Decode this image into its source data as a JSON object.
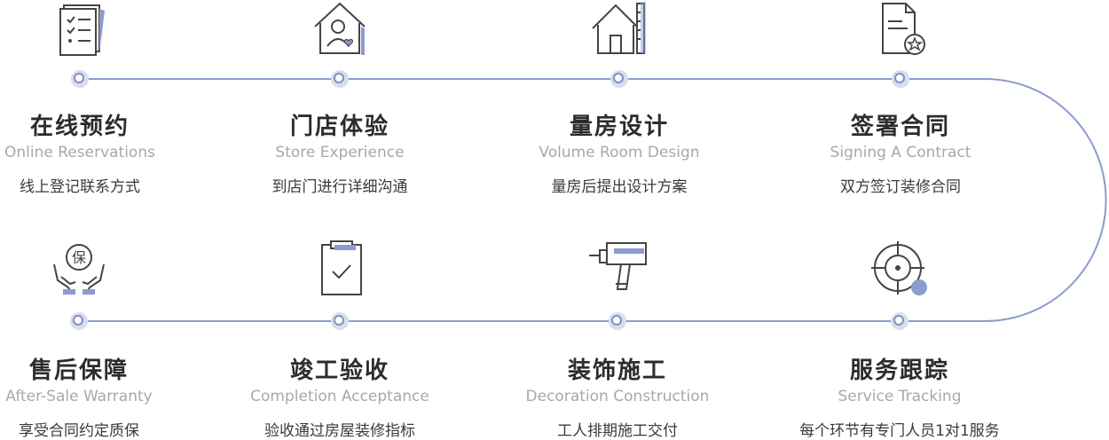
{
  "colors": {
    "accent": "#7f8fc4",
    "line": "#8c9bd0",
    "title": "#2c2c2c",
    "subtitle": "#a8a8a8",
    "text": "#3a3a3a"
  },
  "steps": [
    {
      "title": "在线预约",
      "subtitle": "Online Reservations",
      "desc": "线上登记联系方式",
      "icon": "checklist-icon"
    },
    {
      "title": "门店体验",
      "subtitle": "Store Experience",
      "desc": "到店门进行详细沟通",
      "icon": "house-person-icon"
    },
    {
      "title": "量房设计",
      "subtitle": "Volume Room Design",
      "desc": "量房后提出设计方案",
      "icon": "house-ruler-icon"
    },
    {
      "title": "签署合同",
      "subtitle": "Signing A Contract",
      "desc": "双方签订装修合同",
      "icon": "contract-star-icon"
    },
    {
      "title": "售后保障",
      "subtitle": "After-Sale Warranty",
      "desc": "享受合同约定质保",
      "icon": "hands-shield-icon"
    },
    {
      "title": "竣工验收",
      "subtitle": "Completion Acceptance",
      "desc": "验收通过房屋装修指标",
      "icon": "clipboard-check-icon"
    },
    {
      "title": "装饰施工",
      "subtitle": "Decoration Construction",
      "desc": "工人排期施工交付",
      "icon": "drill-icon"
    },
    {
      "title": "服务跟踪",
      "subtitle": "Service Tracking",
      "desc": "每个环节有专门人员1对1服务",
      "icon": "target-icon"
    }
  ],
  "warranty_glyph": "保"
}
